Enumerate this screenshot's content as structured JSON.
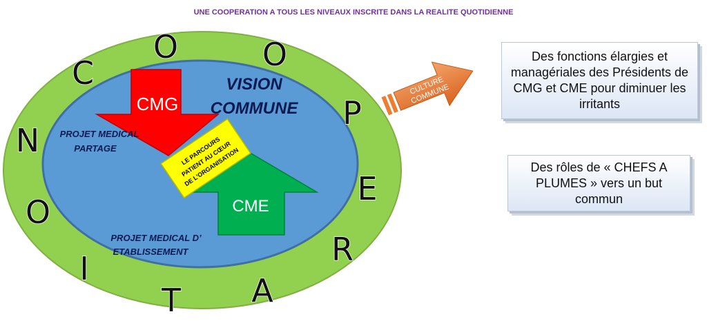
{
  "title": "UNE COOPERATION A TOUS LES NIVEAUX INSCRITE DANS LA REALITE QUOTIDIENNE",
  "ring_letters": [
    "C",
    "O",
    "O",
    "P",
    "E",
    "R",
    "A",
    "T",
    "I",
    "O",
    "N"
  ],
  "inner": {
    "vision_line1": "VISION",
    "vision_line2": "COMMUNE",
    "projet_partage_line1": "PROJET MEDICAL",
    "projet_partage_line2": "PARTAGE",
    "projet_etab_line1": "PROJET MEDICAL D’",
    "projet_etab_line2": "ETABLISSEMENT"
  },
  "arrows": {
    "cmg_label": "CMG",
    "cme_label": "CME",
    "culture_line1": "CULTURE",
    "culture_line2": "COMMUNE"
  },
  "center_box": {
    "line1": "LE PARCOURS",
    "line2": "PATIENT AU CŒUR",
    "line3": "DE L’ORGANISATION"
  },
  "boxes": {
    "box1": "Des fonctions élargies et managériales des Présidents de CMG et CME pour diminuer les irritants",
    "box2": "Des rôles de « CHEFS A PLUMES » vers un but commun"
  },
  "colors": {
    "outer_ring": "#92d050",
    "inner_ellipse": "#5b9bd5",
    "cmg_arrow": "#ff0000",
    "cme_arrow": "#00b050",
    "center_box": "#ffff00",
    "culture_arrow": "#ed7d31",
    "title": "#7030a0"
  }
}
